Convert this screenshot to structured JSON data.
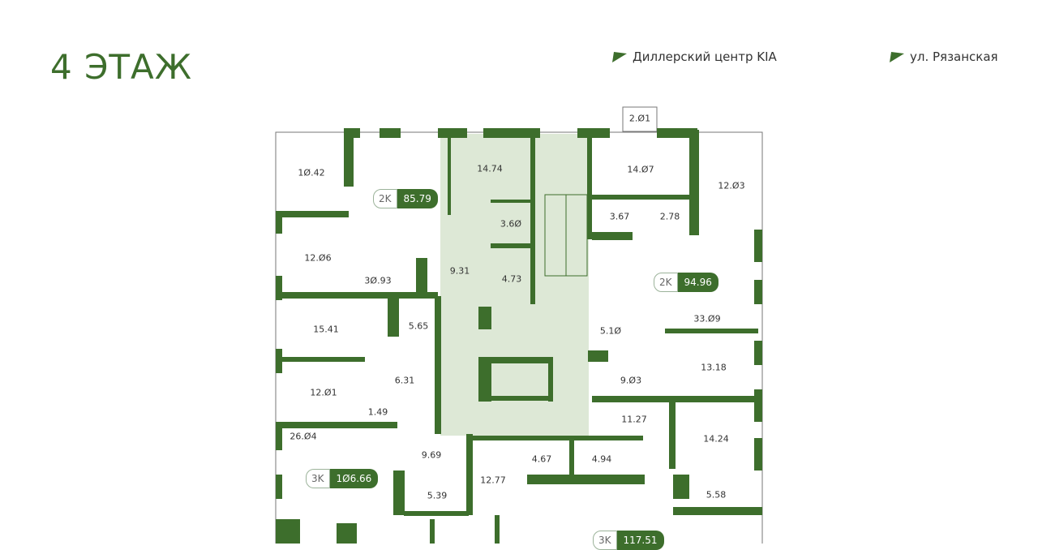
{
  "header": {
    "floor_title": "4 ЭТАЖ"
  },
  "orientation": [
    {
      "label": "Диллерский центр KIA",
      "icon": "direction-flag-icon"
    },
    {
      "label": "ул. Рязанская",
      "icon": "direction-flag-icon"
    }
  ],
  "colors": {
    "wall": "#3d6e2c",
    "core": "#dde8d6",
    "text": "#333333"
  },
  "apartments": [
    {
      "type": "2K",
      "area": "85.79"
    },
    {
      "type": "2K",
      "area": "94.96"
    },
    {
      "type": "3K",
      "area": "1Ø6.66"
    },
    {
      "type": "3K",
      "area": "117.51"
    }
  ],
  "rooms": [
    "1Ø.42",
    "14.74",
    "14.Ø7",
    "2.Ø1",
    "12.Ø3",
    "3.6Ø",
    "3.67",
    "2.78",
    "12.Ø6",
    "3Ø.93",
    "9.31",
    "4.73",
    "33.Ø9",
    "15.41",
    "5.65",
    "5.1Ø",
    "13.18",
    "6.31",
    "12.Ø1",
    "9.Ø3",
    "1.49",
    "11.27",
    "14.24",
    "26.Ø4",
    "9.69",
    "4.67",
    "4.94",
    "12.77",
    "5.39",
    "5.58"
  ]
}
